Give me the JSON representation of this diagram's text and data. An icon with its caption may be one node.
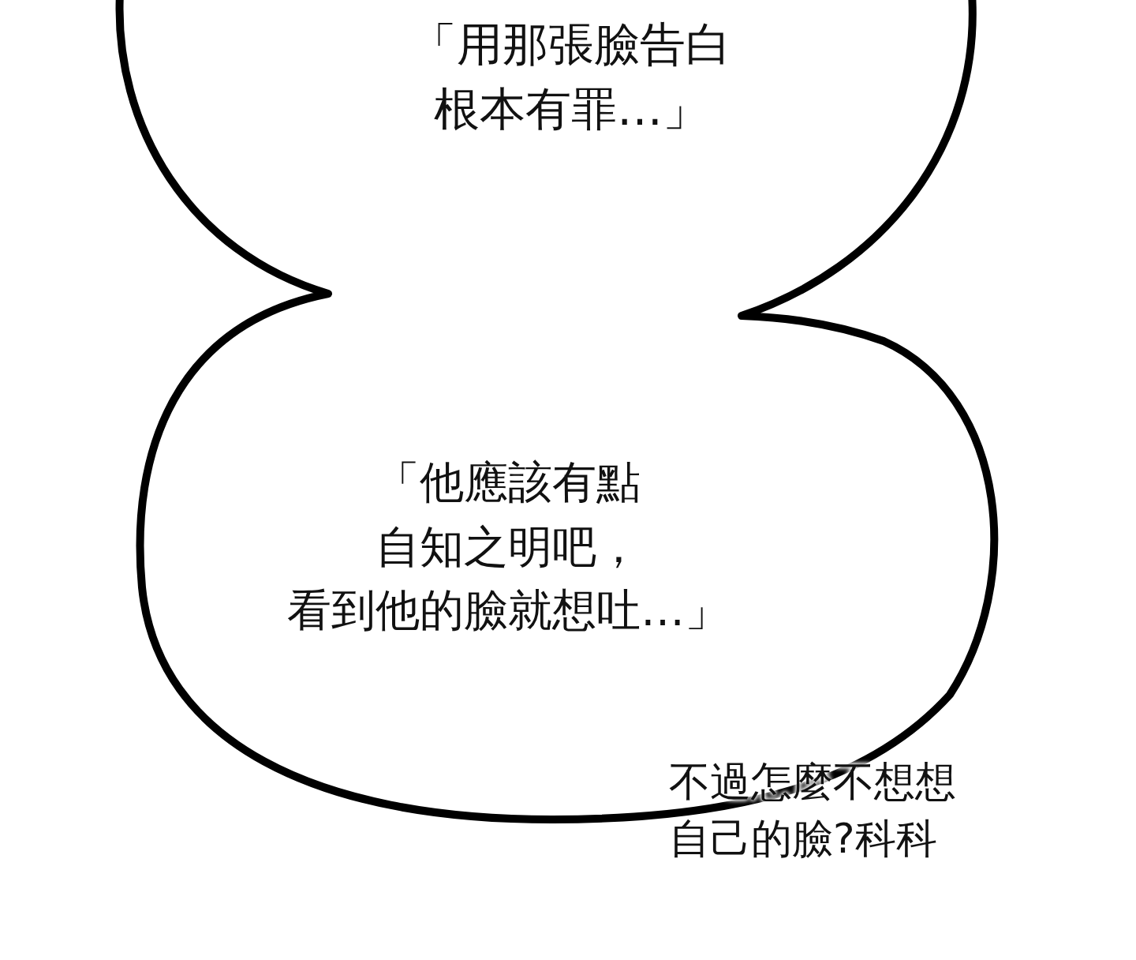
{
  "diagram": {
    "nodes": [
      {
        "text": [
          "「用那張臉告白根本有罪…」",
          "「他應該有點自知之明吧，看到他的臉就想吐…」"
        ]
      }
    ],
    "labels": [
      "不過怎麼不想想自己的臉?科科"
    ]
  }
}
